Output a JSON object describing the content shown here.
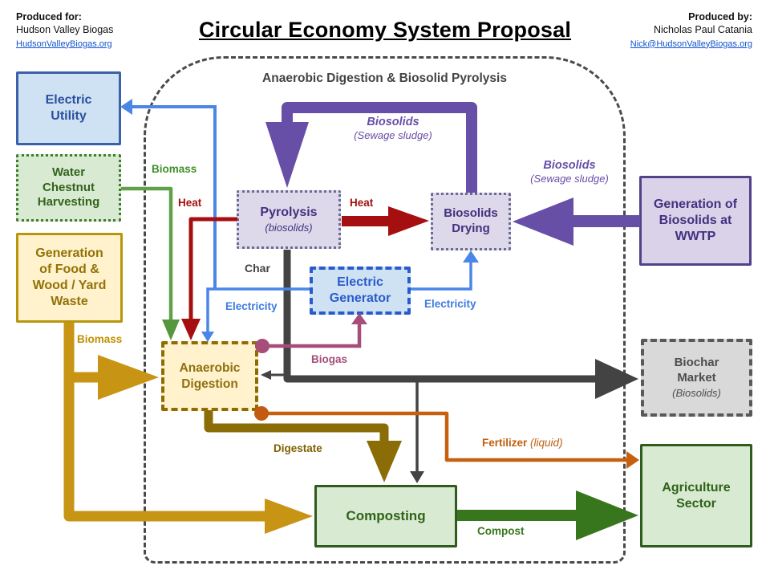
{
  "header": {
    "produced_for_label": "Produced for:",
    "produced_for_name": "Hudson Valley Biogas",
    "produced_for_link": "HudsonValleyBiogas.org",
    "title": "Circular Economy System Proposal",
    "produced_by_label": "Produced by:",
    "produced_by_name": "Nicholas Paul Catania",
    "produced_by_link": "Nick@HudsonValleyBiogas.org"
  },
  "diagram": {
    "container_title": "Anaerobic Digestion & Biosolid Pyrolysis",
    "nodes": {
      "electric_utility": "Electric\nUtility",
      "water_chestnut": "Water\nChestnut\nHarvesting",
      "food_waste": "Generation\nof Food &\nWood / Yard\nWaste",
      "pyrolysis_title": "Pyrolysis",
      "pyrolysis_sub": "(biosolids)",
      "biosolids_drying": "Biosolids\nDrying",
      "electric_generator": "Electric\nGenerator",
      "wwtp": "Generation of\nBiosolids at\nWWTP",
      "anaerobic_digestion": "Anaerobic\nDigestion",
      "biochar_title": "Biochar\nMarket",
      "biochar_sub": "(Biosolids)",
      "composting": "Composting",
      "agriculture": "Agriculture\nSector"
    },
    "flow_labels": {
      "biomass_green": "Biomass",
      "heat_left": "Heat",
      "heat_mid": "Heat",
      "biosolids_top_title": "Biosolids",
      "biosolids_top_sub": "(Sewage sludge)",
      "biosolids_right_title": "Biosolids",
      "biosolids_right_sub": "(Sewage sludge)",
      "char": "Char",
      "electricity_left": "Electricity",
      "electricity_right": "Electricity",
      "biogas": "Biogas",
      "digestate": "Digestate",
      "fertilizer": "Fertilizer",
      "fertilizer_suffix": "(liquid)",
      "compost": "Compost",
      "biomass_gold": "Biomass"
    },
    "colors": {
      "electricity": "#4a86e8",
      "heat": "#a50f0f",
      "biosolids": "#674ea7",
      "char": "#434343",
      "char_dark": "#434343",
      "biogas": "#a64d79",
      "fertilizer": "#c6600f",
      "fertilizer_dot": "#c45911",
      "digestate": "#8a6d06",
      "biomass_waste": "#c79414",
      "biomass_chestnut": "#61a14a",
      "biomass_chestnut_head": "#55963e",
      "compost": "#38761d"
    }
  }
}
